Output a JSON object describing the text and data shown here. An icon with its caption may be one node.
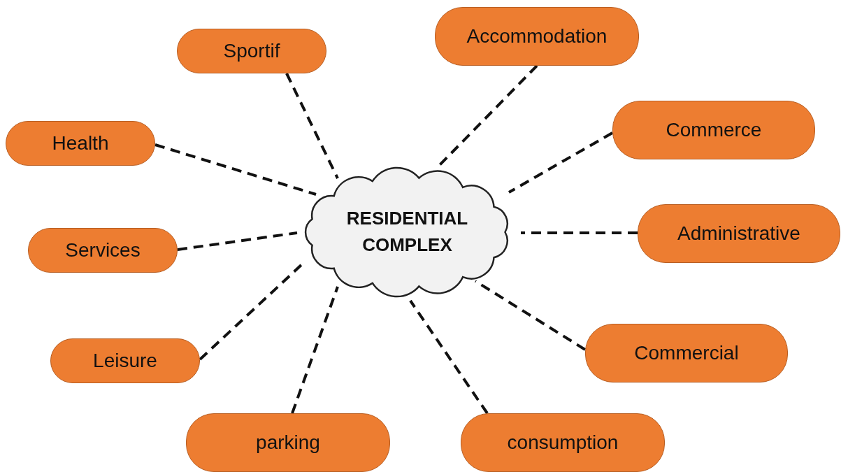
{
  "diagram": {
    "nodes": [
      {
        "text": [
          "RESIDENTIAL COMPLEX"
        ]
      },
      {
        "text": [
          "Sportif"
        ]
      },
      {
        "text": [
          "Accommodation"
        ]
      },
      {
        "text": [
          "Health"
        ]
      },
      {
        "text": [
          "Commerce"
        ]
      },
      {
        "text": [
          "Services"
        ]
      },
      {
        "text": [
          "Administrative"
        ]
      },
      {
        "text": [
          "Leisure"
        ]
      },
      {
        "text": [
          "Commercial"
        ]
      },
      {
        "text": [
          "parking"
        ]
      },
      {
        "text": [
          "consumption"
        ]
      }
    ],
    "edges": [
      {
        "from": 1,
        "to": 0,
        "arrow": "none",
        "style": "dashed"
      },
      {
        "from": 2,
        "to": 0,
        "arrow": "none",
        "style": "dashed"
      },
      {
        "from": 3,
        "to": 0,
        "arrow": "none",
        "style": "dashed"
      },
      {
        "from": 4,
        "to": 0,
        "arrow": "none",
        "style": "dashed"
      },
      {
        "from": 5,
        "to": 0,
        "arrow": "none",
        "style": "dashed"
      },
      {
        "from": 6,
        "to": 0,
        "arrow": "none",
        "style": "dashed"
      },
      {
        "from": 7,
        "to": 0,
        "arrow": "none",
        "style": "dashed"
      },
      {
        "from": 8,
        "to": 0,
        "arrow": "none",
        "style": "dashed"
      },
      {
        "from": 9,
        "to": 0,
        "arrow": "none",
        "style": "dashed"
      },
      {
        "from": 10,
        "to": 0,
        "arrow": "none",
        "style": "dashed"
      }
    ]
  }
}
